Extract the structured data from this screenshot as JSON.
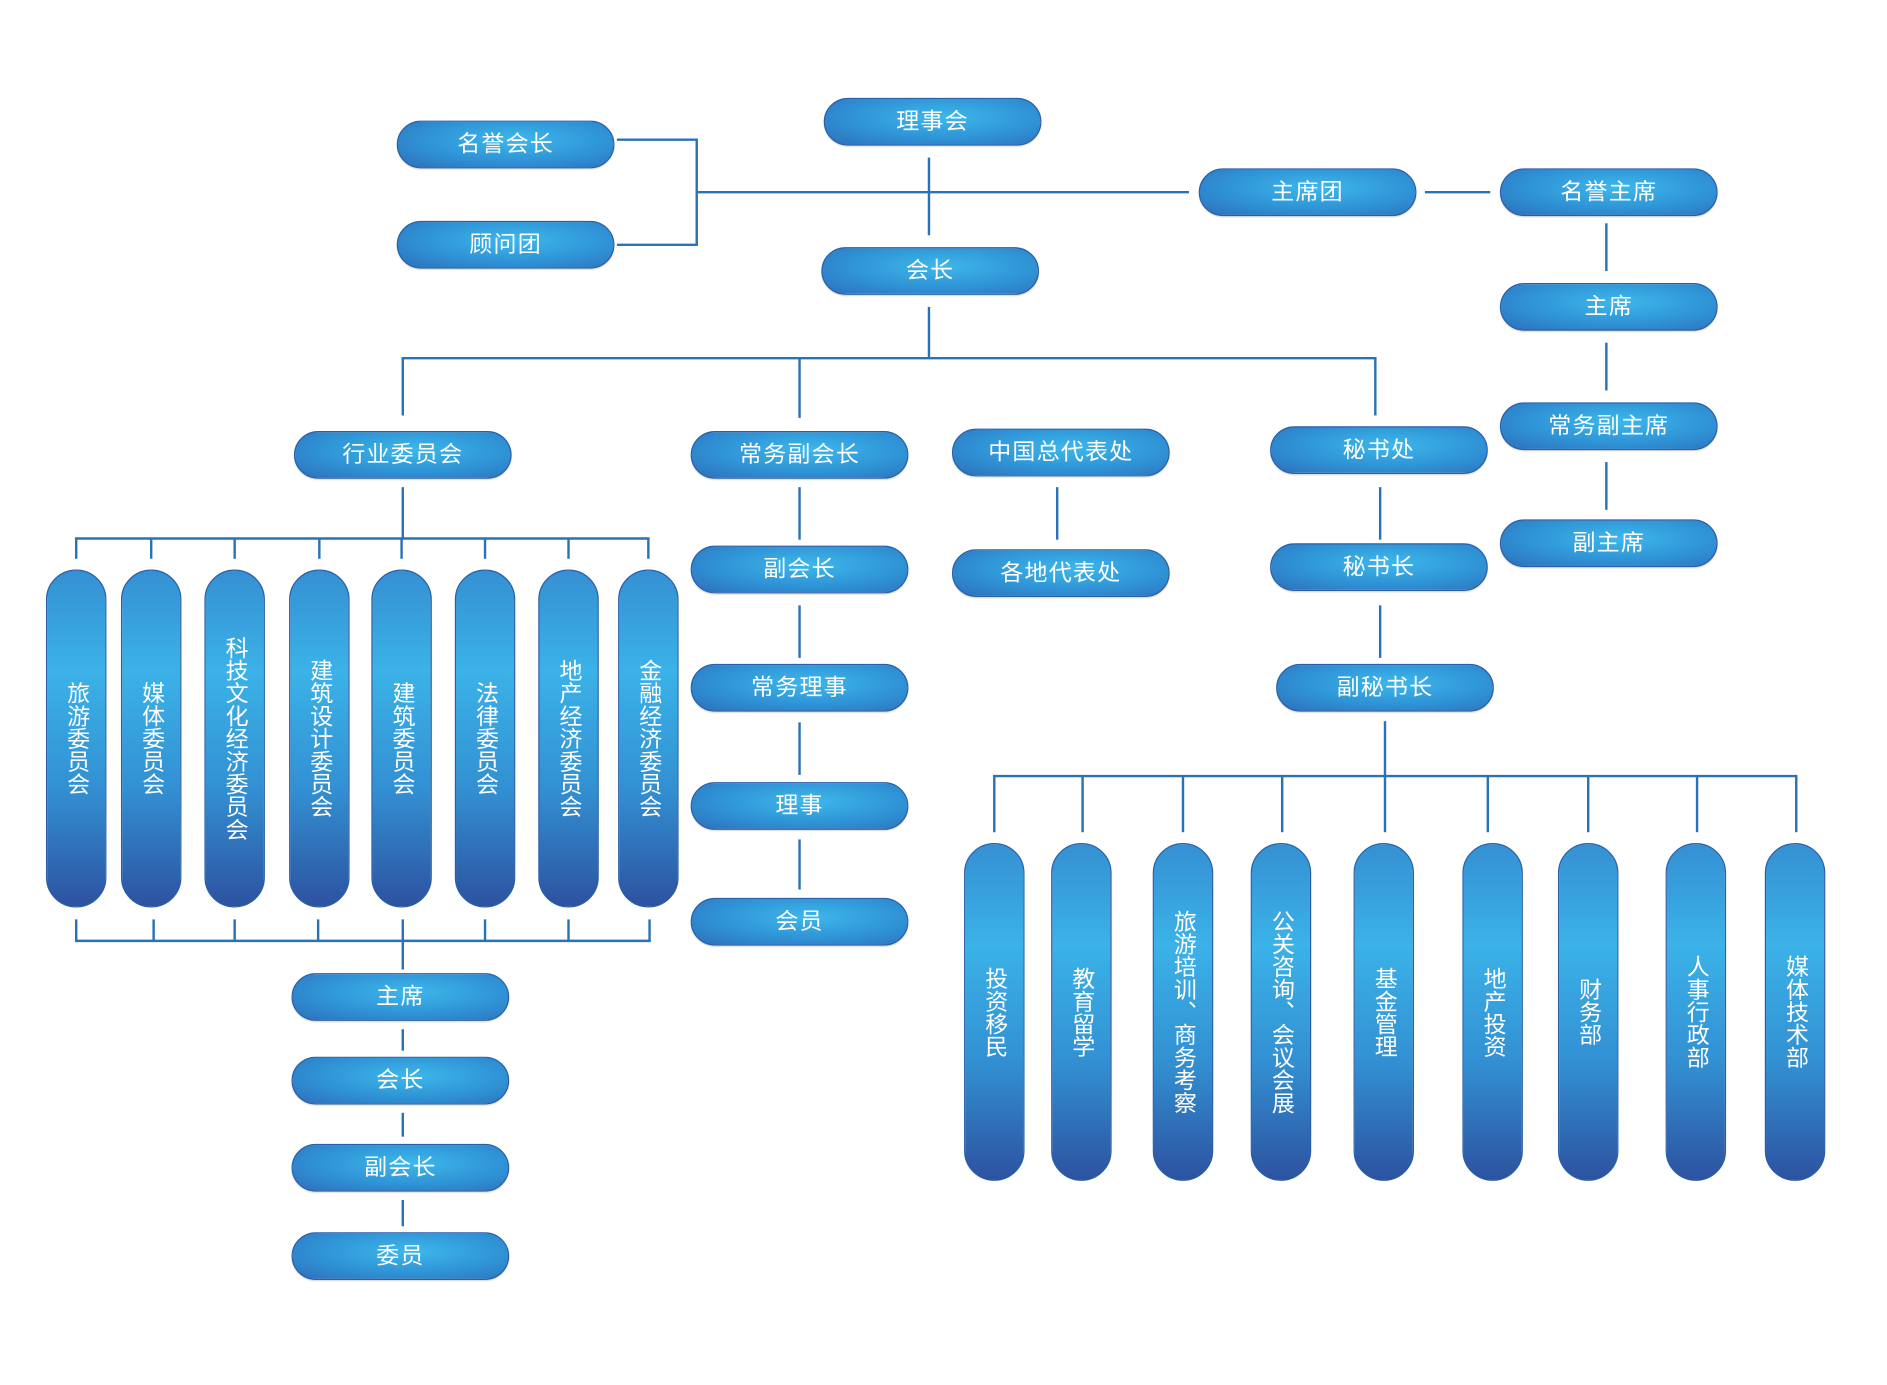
{
  "board": {
    "council": "理事会",
    "honorary_president": "名誉会长",
    "advisors": "顾问团",
    "presidium": "主席团",
    "honorary_chairman": "名誉主席",
    "chairman": "主席",
    "exec_vice_chairman": "常务副主席",
    "vice_chairman": "副主席",
    "president": "会长"
  },
  "branches": {
    "industry_committee": "行业委员会",
    "exec_vice_president": "常务副会长",
    "china_rep_office": "中国总代表处",
    "local_rep_offices": "各地代表处",
    "secretariat": "秘书处",
    "secretary_general": "秘书长",
    "deputy_secretary_general": "副秘书长"
  },
  "vp_chain": [
    "副会长",
    "常务理事",
    "理事",
    "会员"
  ],
  "committees": [
    "旅游委员会",
    "媒体委员会",
    "科技文化经济委员会",
    "建筑设计委员会",
    "建筑委员会",
    "法律委员会",
    "地产经济委员会",
    "金融经济委员会"
  ],
  "committee_roles": [
    "主席",
    "会长",
    "副会长",
    "委员"
  ],
  "departments": [
    "投资移民",
    "教育留学",
    "旅游培训、商务考察",
    "公关咨询、会议会展",
    "基金管理",
    "地产投资",
    "财务部",
    "人事行政部",
    "媒体技术部"
  ],
  "colors": {
    "line": "#2a72b8",
    "pill_light": "#3db8ea",
    "pill_dark": "#2d52a0"
  }
}
